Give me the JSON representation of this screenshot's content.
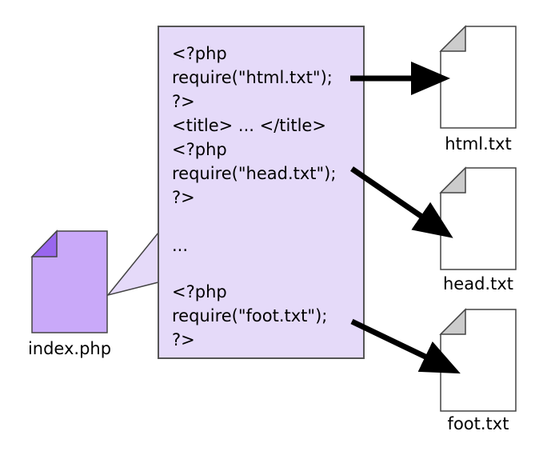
{
  "code_panel": {
    "lines": [
      "<?php",
      "require(\"html.txt\");",
      "?>",
      "<title> ... </title>",
      "<?php",
      "require(\"head.txt\");",
      "?>",
      "...",
      "<?php",
      "require(\"foot.txt\");",
      "?>"
    ]
  },
  "files": {
    "source": {
      "label": "index.php",
      "icon": "document-icon"
    },
    "included": [
      {
        "label": "html.txt",
        "icon": "document-icon"
      },
      {
        "label": "head.txt",
        "icon": "document-icon"
      },
      {
        "label": "foot.txt",
        "icon": "document-icon"
      }
    ]
  },
  "colors": {
    "panel_fill": "#e5daf9",
    "source_file_fill": "#c9a9f9",
    "source_file_corner": "#9966ee",
    "target_file_fill": "#ffffff",
    "target_file_corner": "#cccccc",
    "stroke": "#444444",
    "arrow": "#000000"
  }
}
